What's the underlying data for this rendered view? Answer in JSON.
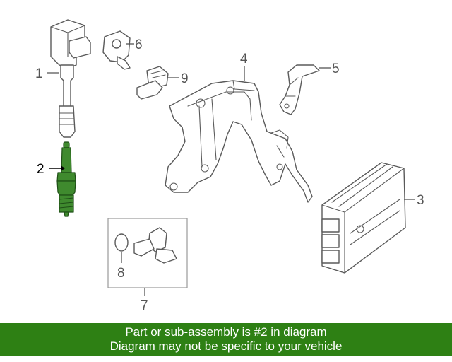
{
  "callouts": {
    "c1": "1",
    "c2": "2",
    "c3": "3",
    "c4": "4",
    "c5": "5",
    "c6": "6",
    "c7": "7",
    "c8": "8",
    "c9": "9"
  },
  "highlighted_part": "2",
  "banner": {
    "line1": "Part or sub-assembly is #2 in diagram",
    "line2": "Diagram may not be specific to your vehicle"
  },
  "colors": {
    "highlight": "#3f8a2e",
    "banner_bg": "#2e8014",
    "banner_text": "#ffffff",
    "line_art": "#5a5a5a"
  }
}
